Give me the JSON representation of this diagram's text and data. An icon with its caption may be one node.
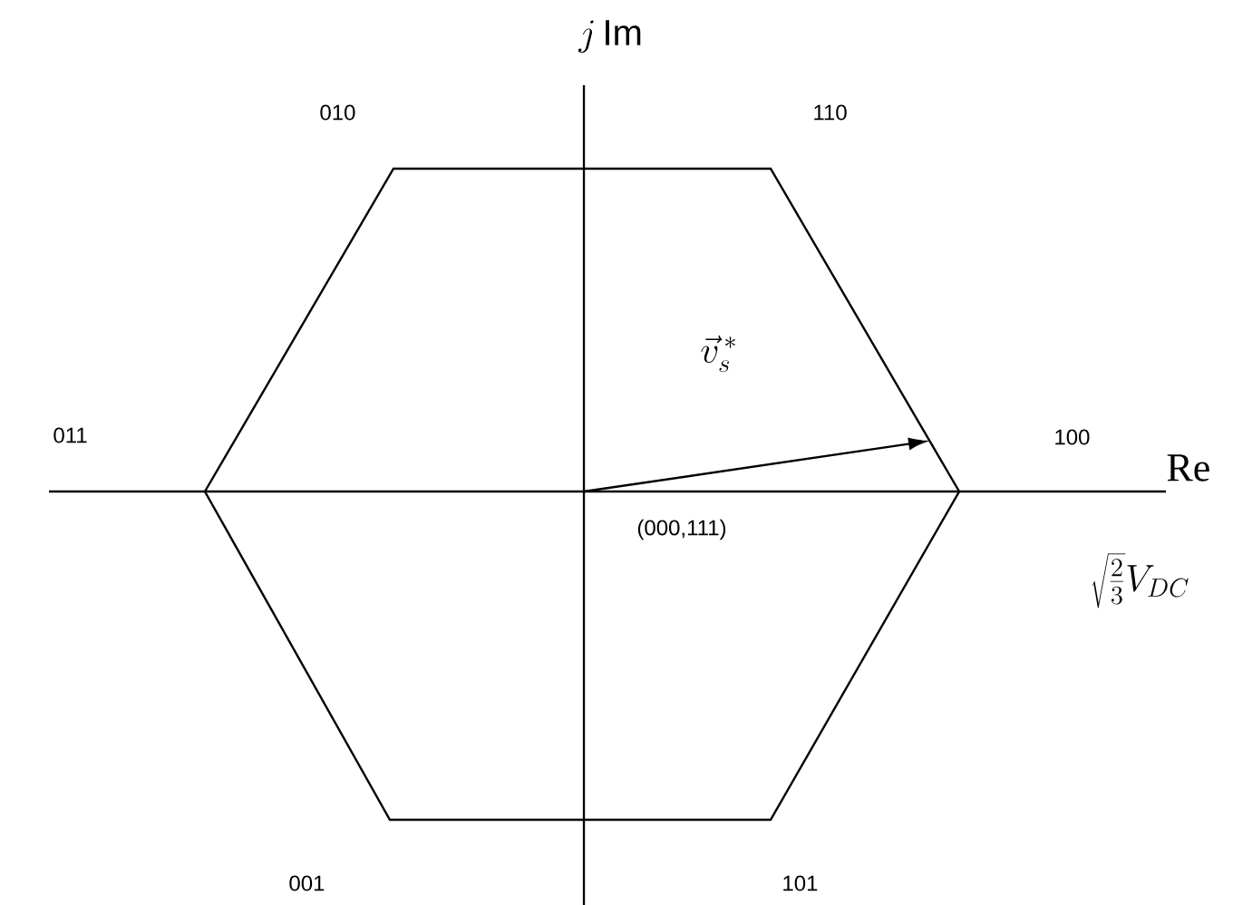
{
  "diagram": {
    "labels": [
      "j\\,\\mathrm{Im}",
      "010",
      "110",
      "\\vec{v}_{s}^{\\,*}",
      "011",
      "100",
      "Re",
      "(000,111)",
      "\\sqrt{\\frac{2}{3}}V_{DC}",
      "001",
      "101"
    ]
  }
}
